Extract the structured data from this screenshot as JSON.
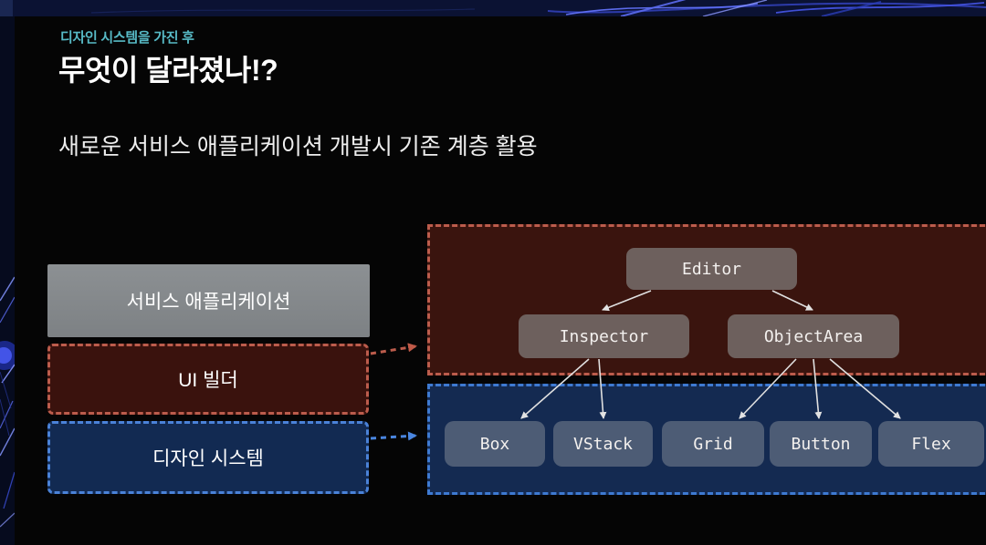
{
  "slide": {
    "eyebrow": "디자인 시스템을 가진 후",
    "title": "무엇이 달라졌나!?",
    "subtitle": "새로운 서비스 애플리케이션 개발시 기존 계층 활용"
  },
  "layers": [
    {
      "label": "서비스 애플리케이션",
      "style": "solid-gray"
    },
    {
      "label": "UI 빌더",
      "style": "dashed-red"
    },
    {
      "label": "디자인 시스템",
      "style": "dashed-blue"
    }
  ],
  "tree": {
    "root": "Editor",
    "children": [
      "Inspector",
      "ObjectArea"
    ],
    "leaves": [
      "Box",
      "VStack",
      "Grid",
      "Button",
      "Flex"
    ],
    "edges": [
      [
        "Editor",
        "Inspector"
      ],
      [
        "Editor",
        "ObjectArea"
      ],
      [
        "Inspector",
        "Box"
      ],
      [
        "Inspector",
        "VStack"
      ],
      [
        "ObjectArea",
        "Grid"
      ],
      [
        "ObjectArea",
        "Button"
      ],
      [
        "ObjectArea",
        "Flex"
      ]
    ],
    "mapping": [
      {
        "from": "UI 빌더",
        "to": "editor-tree-area",
        "connector": "red-dashed-arrow"
      },
      {
        "from": "디자인 시스템",
        "to": "component-area",
        "connector": "blue-dashed-arrow"
      }
    ]
  },
  "colors": {
    "accent_teal": "#57bac6",
    "red_border": "#bc5c4c",
    "red_area_bg": "#3a140e",
    "blue_border": "#3e7ad2",
    "blue_area_bg": "#142a51",
    "tree_node_bg": "#6d605d",
    "component_node_bg": "#4d5c75",
    "service_layer_bg": "#85888b",
    "slide_bg": "#050505"
  }
}
